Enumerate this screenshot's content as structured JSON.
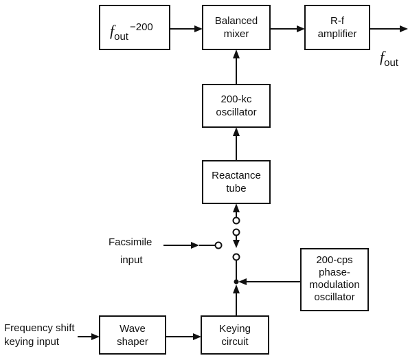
{
  "blocks": {
    "fout_minus": {
      "symbol": "f",
      "subscript": "out",
      "suffix": "−200"
    },
    "balanced_mixer": {
      "line1": "Balanced",
      "line2": "mixer"
    },
    "rf_amplifier": {
      "line1": "R-f",
      "line2": "amplifier"
    },
    "osc_200kc": {
      "line1": "200-kc",
      "line2": "oscillator"
    },
    "reactance_tube": {
      "line1": "Reactance",
      "line2": "tube"
    },
    "phase_mod_osc": {
      "line1": "200-cps",
      "line2": "phase-",
      "line3": "modulation",
      "line4": "oscillator"
    },
    "wave_shaper": {
      "line1": "Wave",
      "line2": "shaper"
    },
    "keying_circuit": {
      "line1": "Keying",
      "line2": "circuit"
    }
  },
  "labels": {
    "output": {
      "symbol": "f",
      "subscript": "out"
    },
    "facsimile": {
      "line1": "Facsimile",
      "line2": "input"
    },
    "fsk_input": {
      "line1": "Frequency shift",
      "line2": "keying input"
    }
  }
}
